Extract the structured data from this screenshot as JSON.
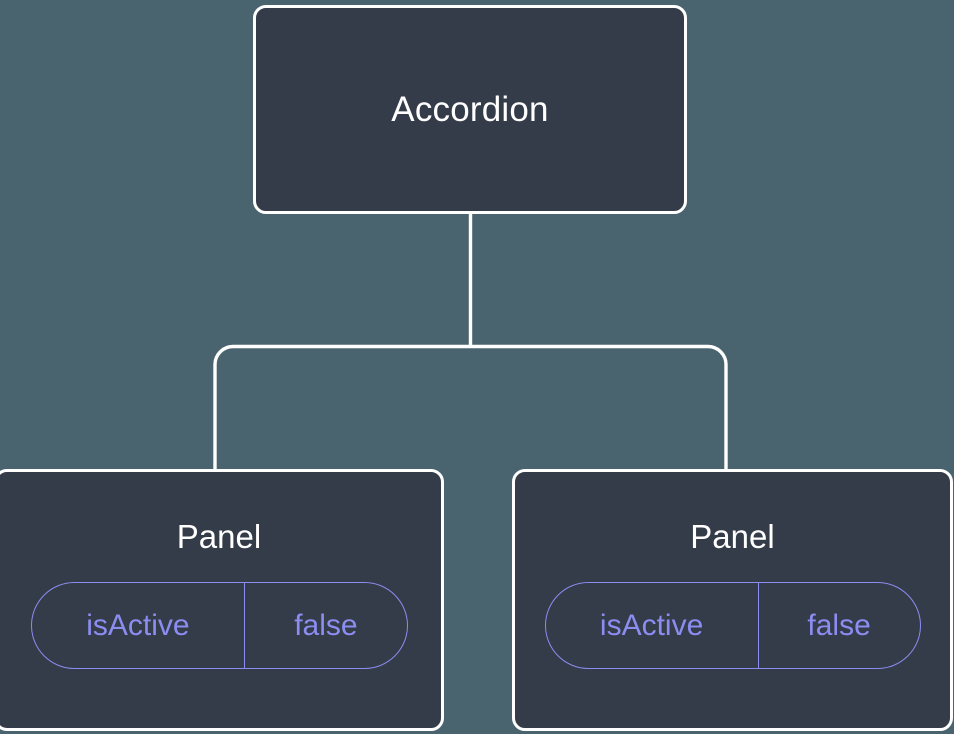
{
  "diagram": {
    "type": "component-tree",
    "background_color": "#4a646f",
    "node_fill_color": "#343b49",
    "node_border_color": "#ffffff",
    "connector_color": "#ffffff",
    "prop_accent_color": "#8b8df0",
    "title_text_color": "#ffffff"
  },
  "root": {
    "label": "Accordion"
  },
  "children": [
    {
      "label": "Panel",
      "props": [
        {
          "key": "isActive",
          "value": "false"
        }
      ]
    },
    {
      "label": "Panel",
      "props": [
        {
          "key": "isActive",
          "value": "false"
        }
      ]
    }
  ]
}
